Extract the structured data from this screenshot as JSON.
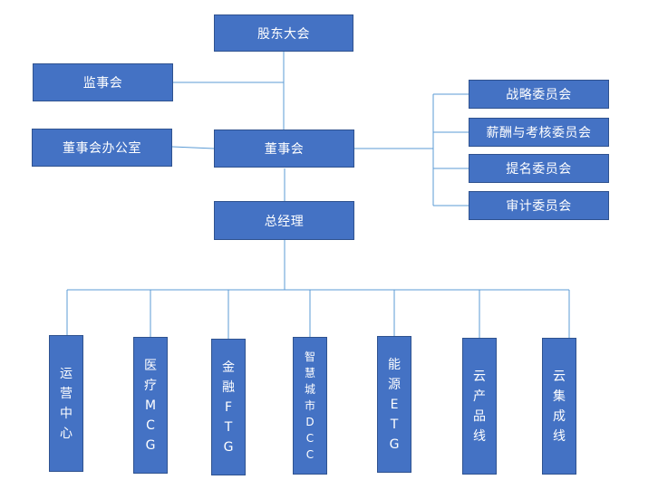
{
  "colors": {
    "box_fill": "#4472c4",
    "box_border": "#2f528f",
    "connector": "#5b9bd5",
    "text": "#ffffff"
  },
  "nodes": {
    "shareholders": "股东大会",
    "supervisory": "监事会",
    "board_office": "董事会办公室",
    "board": "董事会",
    "gm": "总经理",
    "committees": [
      "战略委员会",
      "薪酬与考核委员会",
      "提名委员会",
      "审计委员会"
    ],
    "units": [
      [
        "运",
        "营",
        "中",
        "心"
      ],
      [
        "医",
        "疗",
        "M",
        "C",
        "G"
      ],
      [
        "金",
        "融",
        "F",
        "T",
        "G"
      ],
      [
        "智",
        "慧",
        "城",
        "市",
        "D",
        "C",
        "C"
      ],
      [
        "能",
        "源",
        "E",
        "T",
        "G"
      ],
      [
        "云",
        "产",
        "品",
        "线"
      ],
      [
        "云",
        "集",
        "成",
        "线"
      ]
    ]
  }
}
